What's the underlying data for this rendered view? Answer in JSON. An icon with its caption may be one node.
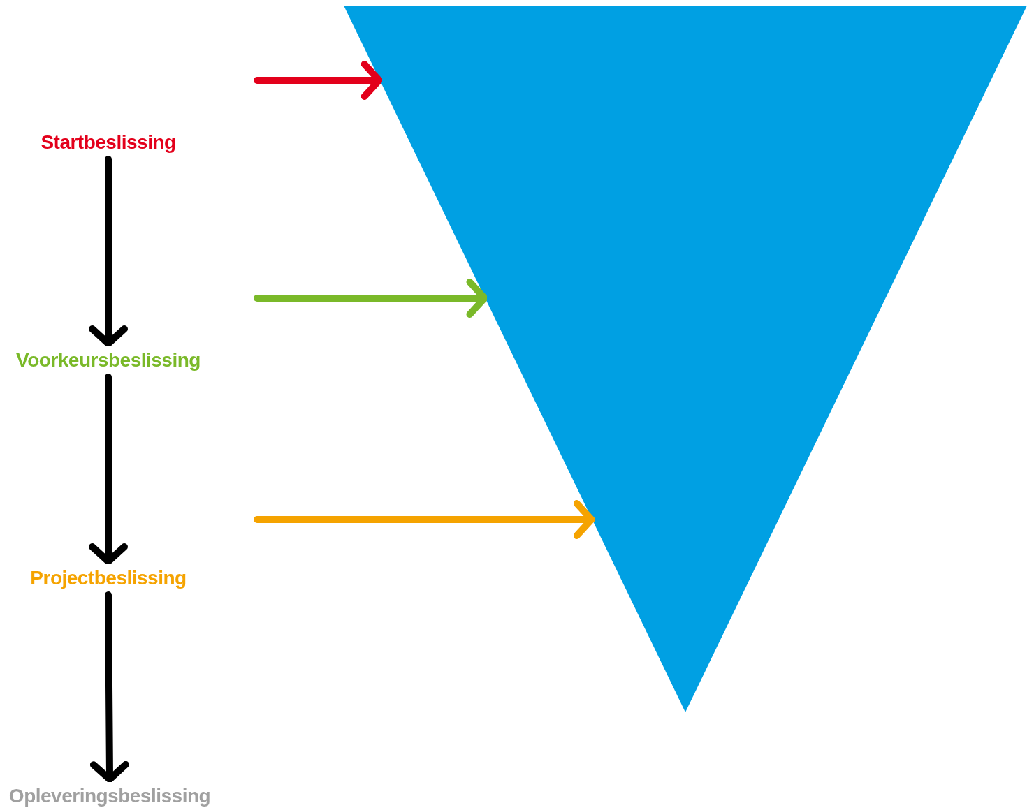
{
  "diagram": {
    "nodes": [
      {
        "text": [
          "Startbeslissing"
        ]
      },
      {
        "text": [
          "Voorkeursbeslissing"
        ]
      },
      {
        "text": [
          "Projectbeslissing"
        ]
      },
      {
        "text": [
          "Opleveringsbeslissing"
        ]
      },
      {
        "text": [],
        "shape": "triangle"
      }
    ],
    "edges": [
      {
        "from": null,
        "to": 4,
        "arrow": "to",
        "color": "#e3001b"
      },
      {
        "from": 0,
        "to": 1,
        "arrow": "to"
      },
      {
        "from": null,
        "to": 4,
        "arrow": "to",
        "color": "#7ab929"
      },
      {
        "from": 1,
        "to": 2,
        "arrow": "to"
      },
      {
        "from": null,
        "to": 4,
        "arrow": "to",
        "color": "#f5a300"
      },
      {
        "from": 2,
        "to": 3,
        "arrow": "to"
      }
    ]
  }
}
